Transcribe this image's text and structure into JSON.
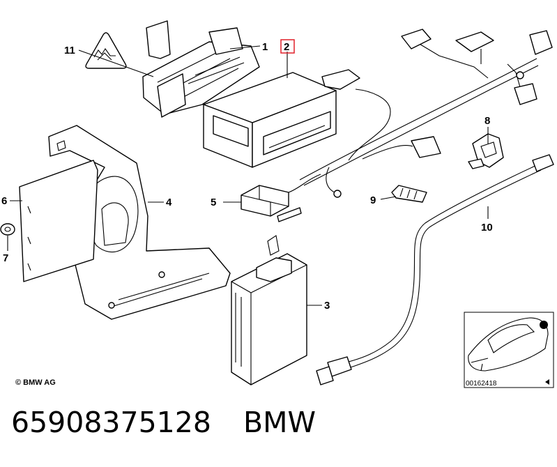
{
  "callouts": {
    "c1": "1",
    "c2": "2",
    "c3": "3",
    "c4": "4",
    "c5": "5",
    "c6": "6",
    "c7": "7",
    "c8": "8",
    "c9": "9",
    "c10": "10",
    "c11": "11"
  },
  "highlight": {
    "callout": "2",
    "color": "#e0202a"
  },
  "copyright": "© BMW AG",
  "inset": {
    "ref_number": "00162418"
  },
  "caption": {
    "part_number": "65908375128",
    "brand": "BMW"
  }
}
